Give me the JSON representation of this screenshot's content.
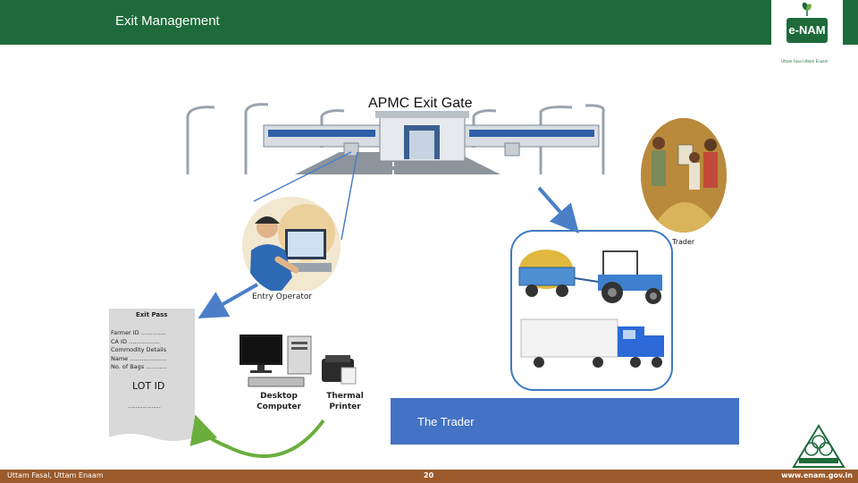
{
  "header": {
    "title": "Exit Management",
    "logo_text": "e-NAM",
    "logo_tagline": "Uttam Fasal Uttam Enaam"
  },
  "gate": {
    "title": "APMC Exit Gate"
  },
  "people": {
    "trader_label": "Trader",
    "operator_label": "Entry Operator"
  },
  "exit_pass": {
    "title": "Exit Pass",
    "fields": [
      "Farmer ID ………….",
      "CA ID …………….",
      "Commodity Details",
      "Name ……………….",
      "No. of Bags ……….."
    ],
    "lot_label": "LOT ID",
    "lot_value": "………………"
  },
  "devices": {
    "desktop_label": "Desktop Computer",
    "printer_label": "Thermal Printer"
  },
  "trader_box": {
    "label": "The Trader"
  },
  "footer": {
    "left": "Uttam Fasal, Uttam Enaam",
    "page": "20",
    "right": "www.enam.gov.in"
  },
  "colors": {
    "header_green": "#1e6a3a",
    "footer_brown": "#9b5a2b",
    "trader_blue": "#4472c4",
    "arrow_green": "#6aae3c",
    "arrow_blue": "#4a7fc8"
  }
}
